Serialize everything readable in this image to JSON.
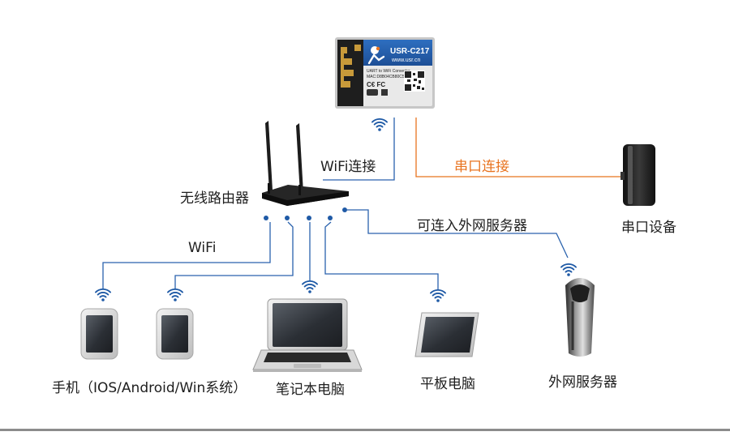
{
  "colors": {
    "wifi_line": "#2a62ad",
    "serial_line": "#e8731f",
    "wifi_icon": "#1f5aa6",
    "module_label": "#ffffff",
    "router": "#1a1a1a"
  },
  "module": {
    "model": "USR-C217",
    "url": "www.usr.cn",
    "desc": "UART to WiFi Converter",
    "mac": "MAC:D8B04CB80C5E"
  },
  "labels": {
    "wifi_connect": "WiFi连接",
    "serial_connect": "串口连接",
    "router": "无线路由器",
    "wifi": "WiFi",
    "external_connect": "可连入外网服务器",
    "serial_device": "串口设备",
    "phone": "手机（IOS/Android/Win系统）",
    "laptop": "笔记本电脑",
    "tablet": "平板电脑",
    "server": "外网服务器"
  },
  "icons": {
    "module": "wifi-module-icon",
    "router": "router-icon",
    "phone": "phone-icon",
    "laptop": "laptop-icon",
    "tablet": "tablet-icon",
    "server": "server-icon",
    "serial_device": "serial-device-icon",
    "wifi": "wifi-signal-icon"
  }
}
